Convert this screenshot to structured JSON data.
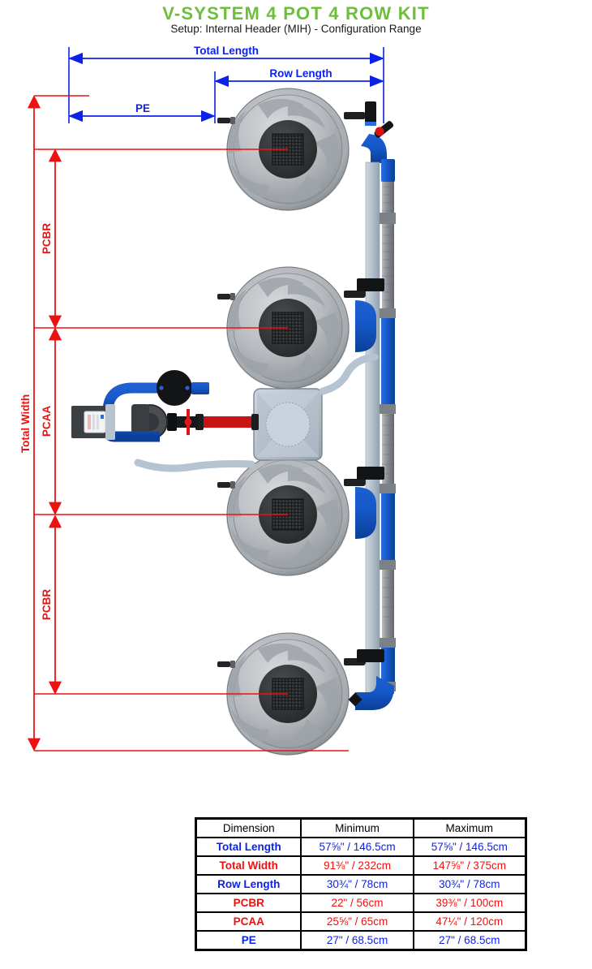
{
  "header": {
    "title": "V-SYSTEM 4 POT 4 ROW KIT",
    "subtitle": "Setup: Internal Header (MIH) - Configuration Range",
    "title_color": "#6CBE3B"
  },
  "diagram": {
    "type": "technical-dimension-drawing",
    "view": "top-down",
    "pot_count": 4,
    "row_count": 4,
    "colors": {
      "length_dim": "#0D22E8",
      "width_dim": "#EE1111"
    },
    "labels": {
      "total_length": "Total Length",
      "row_length": "Row Length",
      "pe": "PE",
      "total_width": "Total Width",
      "pcbr_top": "PCBR",
      "pcaa": "PCAA",
      "pcbr_bottom": "PCBR"
    },
    "components": {
      "pot": "pot-top-view",
      "reservoir": "square-reservoir",
      "pump": "pump-head",
      "controller": "control-box-display",
      "manifold": "vertical-header-manifold",
      "valve": "red-valve"
    }
  },
  "table": {
    "name": "dimension-range-table",
    "headers": [
      "Dimension",
      "Minimum",
      "Maximum"
    ],
    "rows": [
      {
        "label": "Total Length",
        "color": "blue",
        "min": "57⅝\" / 146.5cm",
        "max": "57⅝\" / 146.5cm"
      },
      {
        "label": "Total Width",
        "color": "red",
        "min": "91⅜\" / 232cm",
        "max": "147⅝\" / 375cm"
      },
      {
        "label": "Row Length",
        "color": "blue",
        "min": "30¾\" / 78cm",
        "max": "30¾\" / 78cm"
      },
      {
        "label": "PCBR",
        "color": "red",
        "min": "22\" / 56cm",
        "max": "39⅜\" / 100cm"
      },
      {
        "label": "PCAA",
        "color": "red",
        "min": "25⅝\" / 65cm",
        "max": "47¼\" / 120cm"
      },
      {
        "label": "PE",
        "color": "blue",
        "min": "27\" / 68.5cm",
        "max": "27\" / 68.5cm"
      }
    ]
  }
}
